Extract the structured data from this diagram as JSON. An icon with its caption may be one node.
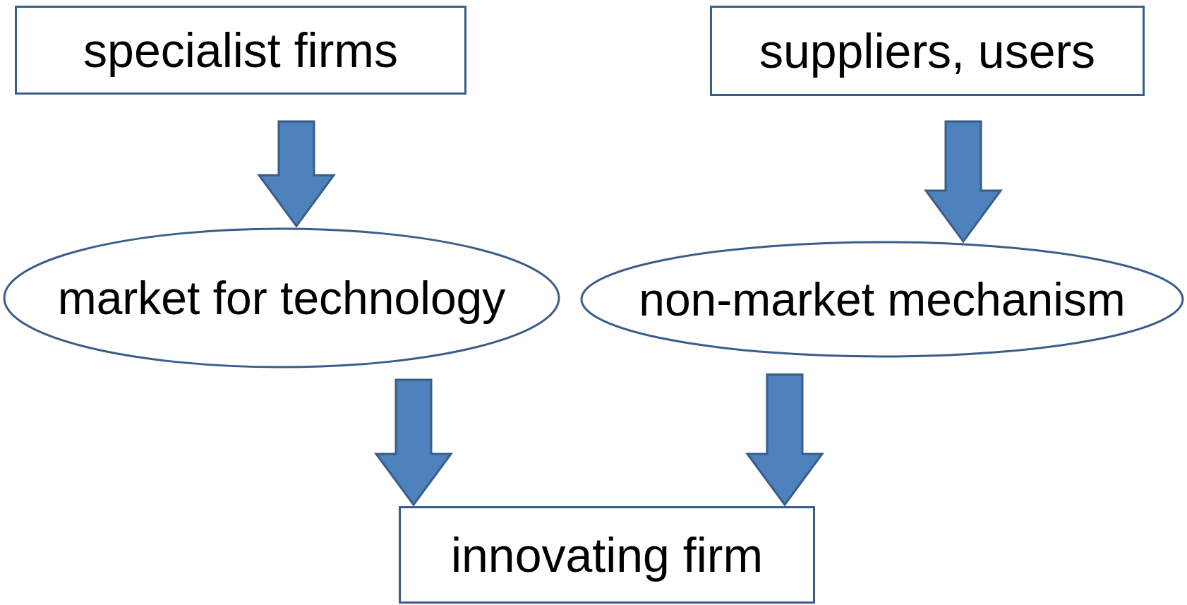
{
  "diagram": {
    "nodes": [
      {
        "text": [
          "specialist firms"
        ]
      },
      {
        "text": [
          "suppliers, users"
        ]
      },
      {
        "text": [
          "market for technology"
        ]
      },
      {
        "text": [
          "non-market mechanism"
        ]
      },
      {
        "text": [
          "innovating firm"
        ]
      }
    ],
    "edges": [
      {
        "from": 0,
        "to": 2,
        "arrow": "to",
        "style": "thick"
      },
      {
        "from": 1,
        "to": 3,
        "arrow": "to",
        "style": "thick"
      },
      {
        "from": 2,
        "to": 4,
        "arrow": "to",
        "style": "thick"
      },
      {
        "from": 3,
        "to": 4,
        "arrow": "to",
        "style": "thick"
      }
    ]
  }
}
